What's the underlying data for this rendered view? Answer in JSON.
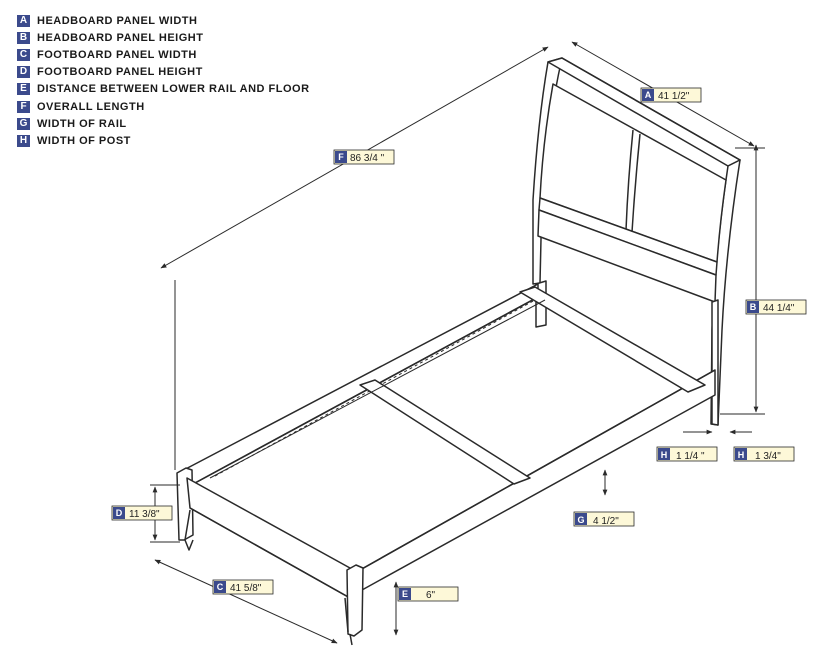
{
  "legend": [
    {
      "key": "A",
      "label": "HEADBOARD PANEL WIDTH"
    },
    {
      "key": "B",
      "label": "HEADBOARD PANEL HEIGHT"
    },
    {
      "key": "C",
      "label": "FOOTBOARD PANEL WIDTH"
    },
    {
      "key": "D",
      "label": "FOOTBOARD PANEL HEIGHT"
    },
    {
      "key": "E",
      "label": "DISTANCE BETWEEN LOWER RAIL AND FLOOR"
    },
    {
      "key": "F",
      "label": "OVERALL LENGTH"
    },
    {
      "key": "G",
      "label": "WIDTH OF RAIL"
    },
    {
      "key": "H",
      "label": "WIDTH OF POST"
    }
  ],
  "dimensions": {
    "A": {
      "key": "A",
      "value": "41 1/2\""
    },
    "B": {
      "key": "B",
      "value": "44 1/4\""
    },
    "C": {
      "key": "C",
      "value": "41 5/8\""
    },
    "D": {
      "key": "D",
      "value": "11 3/8\""
    },
    "E": {
      "key": "E",
      "value": "6\""
    },
    "F": {
      "key": "F",
      "value": "86 3/4 \""
    },
    "G": {
      "key": "G",
      "value": "4 1/2\""
    },
    "H1": {
      "key": "H",
      "value": "1 1/4 \""
    },
    "H2": {
      "key": "H",
      "value": "1 3/4\""
    }
  },
  "colors": {
    "key_fill": "#3b4a8c",
    "label_fill": "#fdf8d8",
    "line": "#2a2a2a"
  }
}
